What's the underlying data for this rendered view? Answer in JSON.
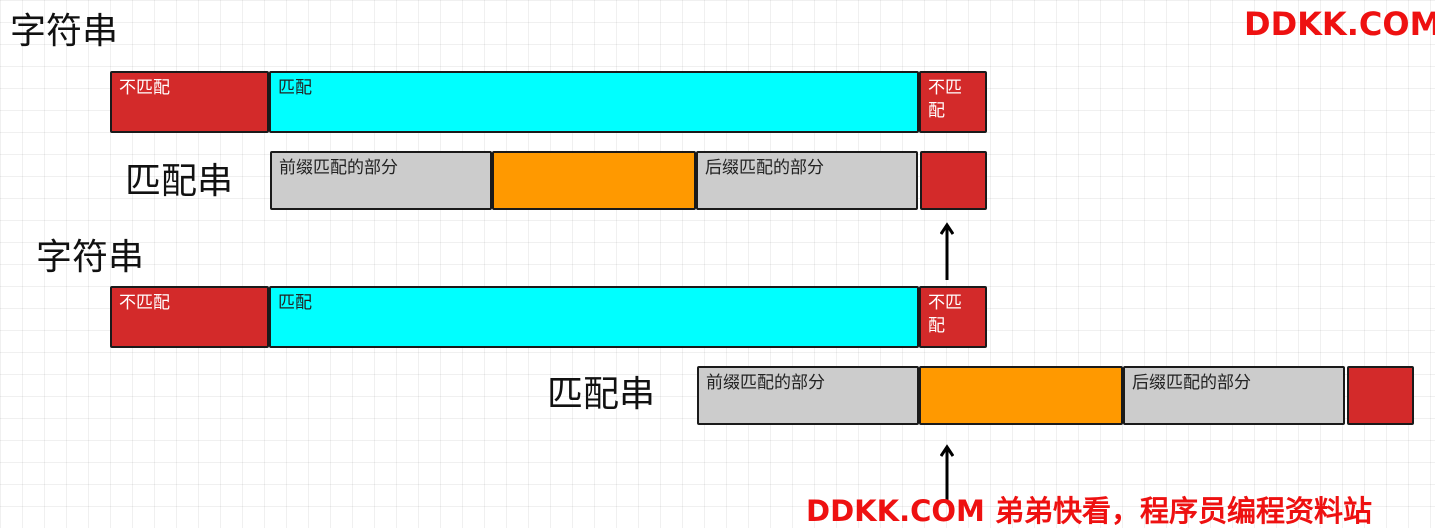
{
  "watermark": {
    "top": "DDKK.COM",
    "bottom": "DDKK.COM 弟弟快看，程序员编程资料站"
  },
  "labels": {
    "string": "字符串",
    "pattern": "匹配串"
  },
  "cells": {
    "mismatch": "不匹配",
    "match": "匹配",
    "prefix_match": "前缀匹配的部分",
    "suffix_match": "后缀匹配的部分"
  },
  "colors": {
    "mismatch": "#d32a2a",
    "match": "#00ffff",
    "affix": "#cccccc",
    "middle": "#ff9900",
    "watermark": "#ee1111"
  }
}
